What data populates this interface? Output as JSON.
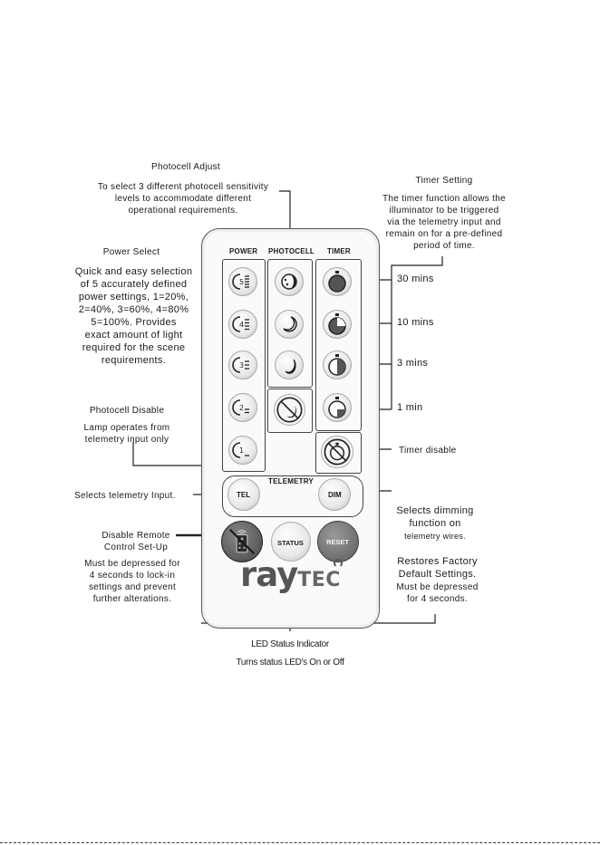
{
  "annotations": {
    "photocell_adjust": {
      "title": "Photocell Adjust",
      "desc": [
        "To select 3 different photocell sensitivity",
        "levels to accommodate different",
        "operational requirements."
      ]
    },
    "timer_setting": {
      "title": "Timer Setting",
      "desc": [
        "The timer function allows the",
        "illuminator to be triggered",
        "via the telemetry input and",
        "remain on for a pre-defined",
        "period of time."
      ]
    },
    "power_select": {
      "title": "Power Select",
      "desc": [
        "Quick and easy selection",
        "of 5 accurately defined",
        "power settings, 1=20%,",
        "2=40%, 3=60%, 4=80%",
        "5=100%. Provides",
        "exact amount of light",
        "required for the scene",
        "requirements."
      ]
    },
    "photocell_disable": {
      "title": "Photocell Disable",
      "desc": [
        "Lamp operates from",
        "telemetry input only"
      ]
    },
    "timer_30": "30 mins",
    "timer_10": "10 mins",
    "timer_3": "3 mins",
    "timer_1": "1 min",
    "timer_disable": "Timer disable",
    "selects_telemetry": "Selects telemetry Input.",
    "selects_dimming": [
      "Selects dimming",
      "function on",
      "telemetry wires."
    ],
    "disable_remote": {
      "title": [
        "Disable Remote",
        "Control Set-Up"
      ],
      "desc": [
        "Must be depressed for",
        "4 seconds to lock-in",
        "settings and prevent",
        "further alterations."
      ]
    },
    "restores": {
      "title": [
        "Restores Factory",
        "Default Settings."
      ],
      "desc": [
        "Must be depressed",
        "for 4 seconds."
      ]
    },
    "led_status": {
      "title": "LED Status Indicator",
      "desc": "Turns status LED's On or Off"
    }
  },
  "remote": {
    "headers": {
      "power": "POWER",
      "photocell": "PHOTOCELL",
      "timer": "TIMER",
      "telemetry": "TELEMETRY"
    },
    "power_buttons": [
      "5",
      "4",
      "3",
      "2",
      "1"
    ],
    "buttons": {
      "tel": "TEL",
      "dim": "DIM",
      "status": "STATUS",
      "reset": "RESET"
    },
    "brand": {
      "ray": "ray",
      "tec": "TEC"
    }
  }
}
